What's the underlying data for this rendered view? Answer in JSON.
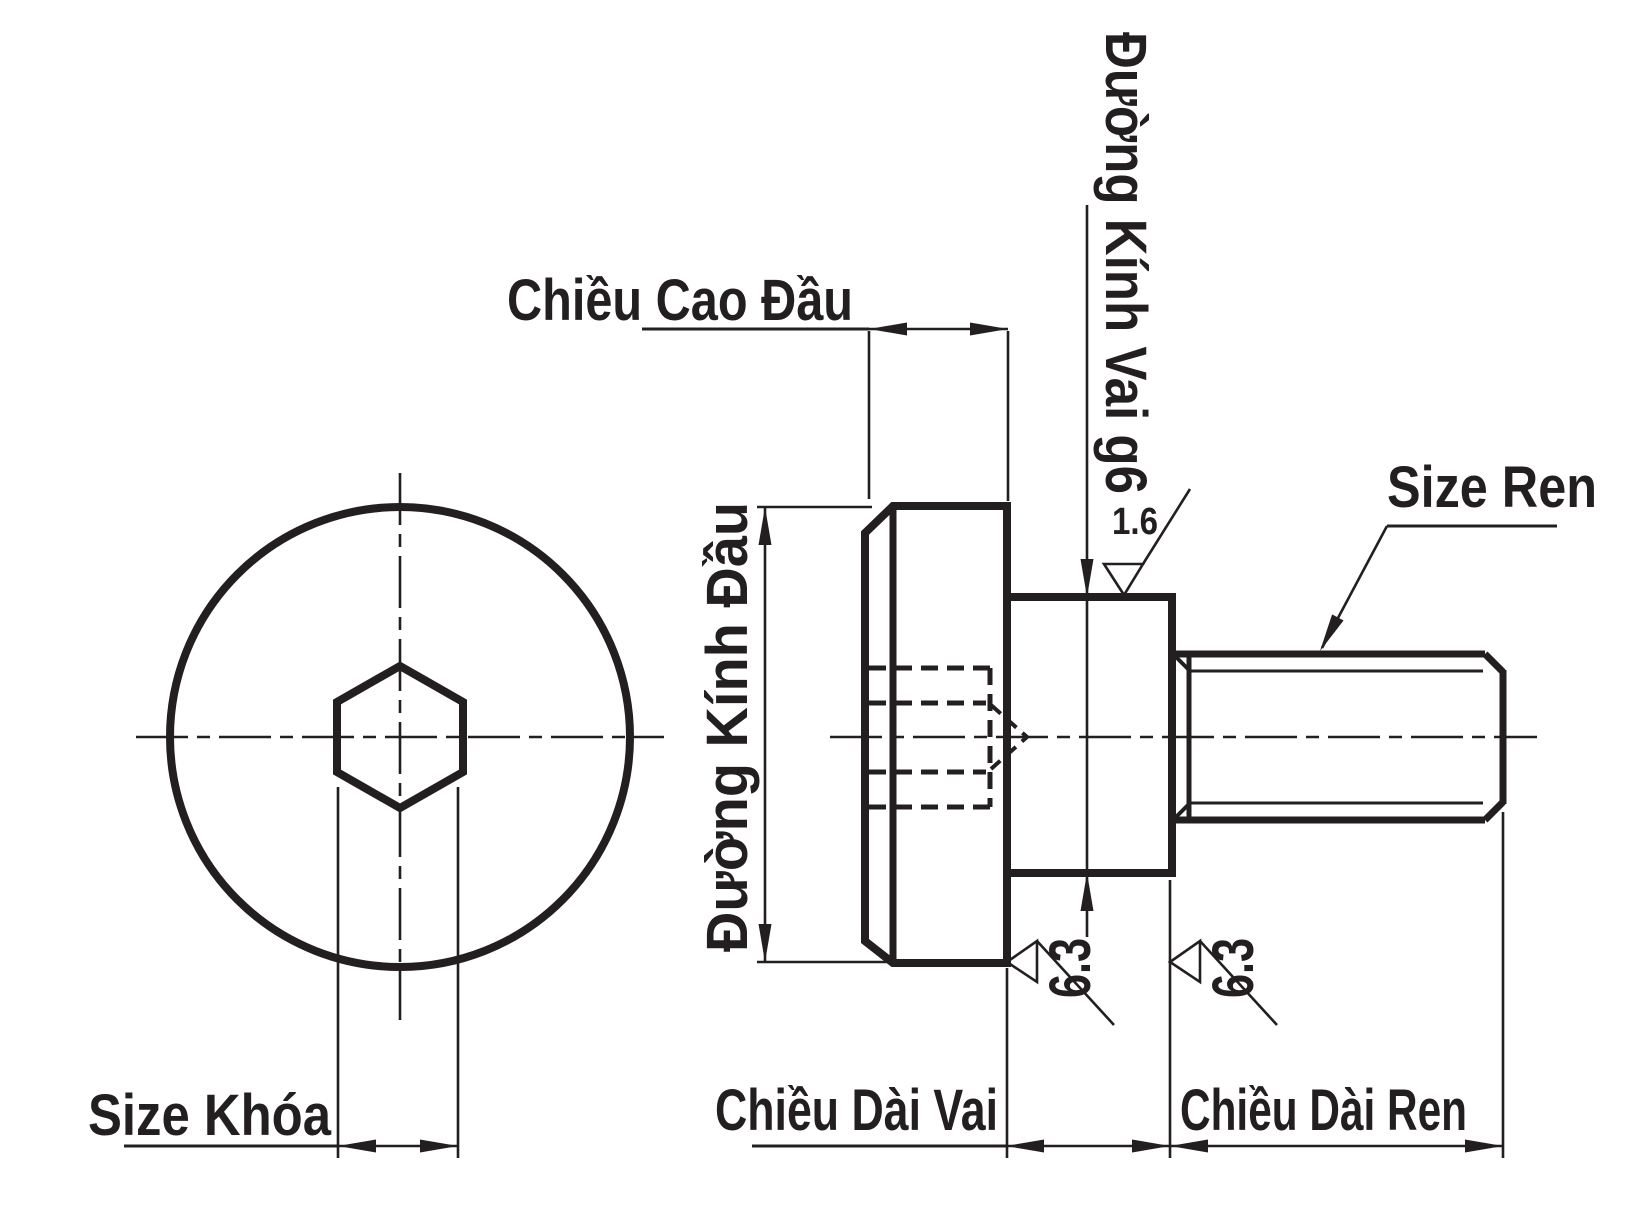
{
  "drawing": {
    "ink_color": "#231f20",
    "background_color": "#ffffff",
    "labels": {
      "head_height": "Chiều Cao Đầu",
      "head_diameter": "Đường Kính Đầu",
      "shoulder_diameter": "Đường Kính Vai g6",
      "thread_size": "Size Ren",
      "key_size": "Size Khóa",
      "shoulder_length": "Chiều Dài Vai",
      "thread_length": "Chiều Dài Ren"
    },
    "surface_roughness": {
      "shoulder_surface": "1.6",
      "head_face": "6.3",
      "shoulder_face": "6.3"
    }
  }
}
